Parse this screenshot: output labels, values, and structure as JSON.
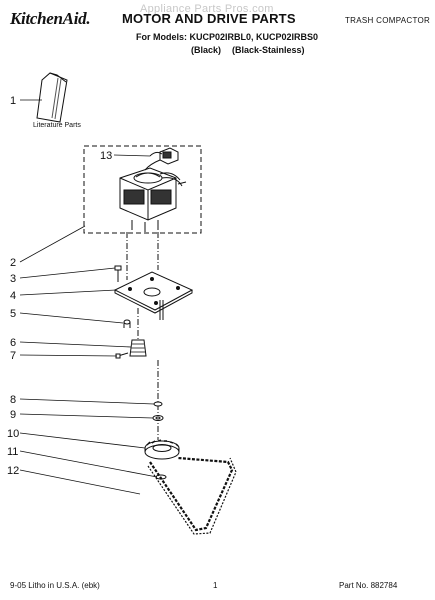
{
  "header": {
    "brand": "KitchenAid.",
    "title": "MOTOR AND DRIVE PARTS",
    "category": "TRASH COMPACTOR",
    "models": "For Models: KUCP02IRBL0, KUCP02IRBS0",
    "finish_black": "(Black)",
    "finish_stainless": "(Black-Stainless)",
    "watermark": "Appliance Parts Pros.com"
  },
  "literature_label": "Literature Parts",
  "callouts": [
    "1",
    "13",
    "2",
    "3",
    "4",
    "5",
    "6",
    "7",
    "8",
    "9",
    "10",
    "11",
    "12"
  ],
  "footer": {
    "litho": "9-05 Litho in U.S.A. (ebk)",
    "page": "1",
    "part_no": "Part No. 882784"
  }
}
